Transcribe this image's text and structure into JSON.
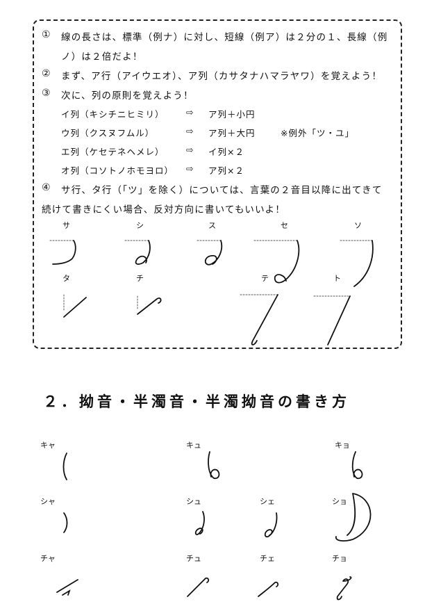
{
  "rules": [
    {
      "num": "①",
      "lines": [
        "線の長さは、標準（例ナ）に対し、短線（例ア）は２分の１、長線（例",
        "ノ）は２倍だよ！"
      ]
    },
    {
      "num": "②",
      "lines": [
        "まず、ア行（アイウエオ）、ア列（カサタナハマラヤワ）を覚えよう！"
      ]
    },
    {
      "num": "③",
      "lines": [
        "次に、列の原則を覚えよう！"
      ]
    },
    {
      "num": "④",
      "lines": [
        "サ行、タ行（「ツ」を除く）については、言葉の２音目以降に出てきて",
        "続けて書きにくい場合、反対方向に書いてもいいよ！"
      ]
    }
  ],
  "columns": [
    {
      "name": "イ列（キシチニヒミリ）",
      "arrow": "⇨",
      "rule": "ア列＋小円",
      "note": ""
    },
    {
      "name": "ウ列（クスヌフムル）",
      "arrow": "⇨",
      "rule": "ア列＋大円",
      "note": "※例外「ツ・ユ」"
    },
    {
      "name": "エ列（ケセテネヘメレ）",
      "arrow": "⇨",
      "rule": "イ列×２",
      "note": ""
    },
    {
      "name": "オ列（コソトノホモヨロ）",
      "arrow": "⇨",
      "rule": "ア列×２",
      "note": ""
    }
  ],
  "example_labels": [
    "サ",
    "シ",
    "ス",
    "セ",
    "ソ",
    "タ",
    "チ",
    "テ",
    "ト"
  ],
  "section_title": "２．拗音・半濁音・半濁拗音の書き方",
  "yoon_labels": [
    "キャ",
    "キュ",
    "キョ",
    "シャ",
    "シュ",
    "シェ",
    "ショ",
    "チャ",
    "チュ",
    "チェ",
    "チョ"
  ]
}
